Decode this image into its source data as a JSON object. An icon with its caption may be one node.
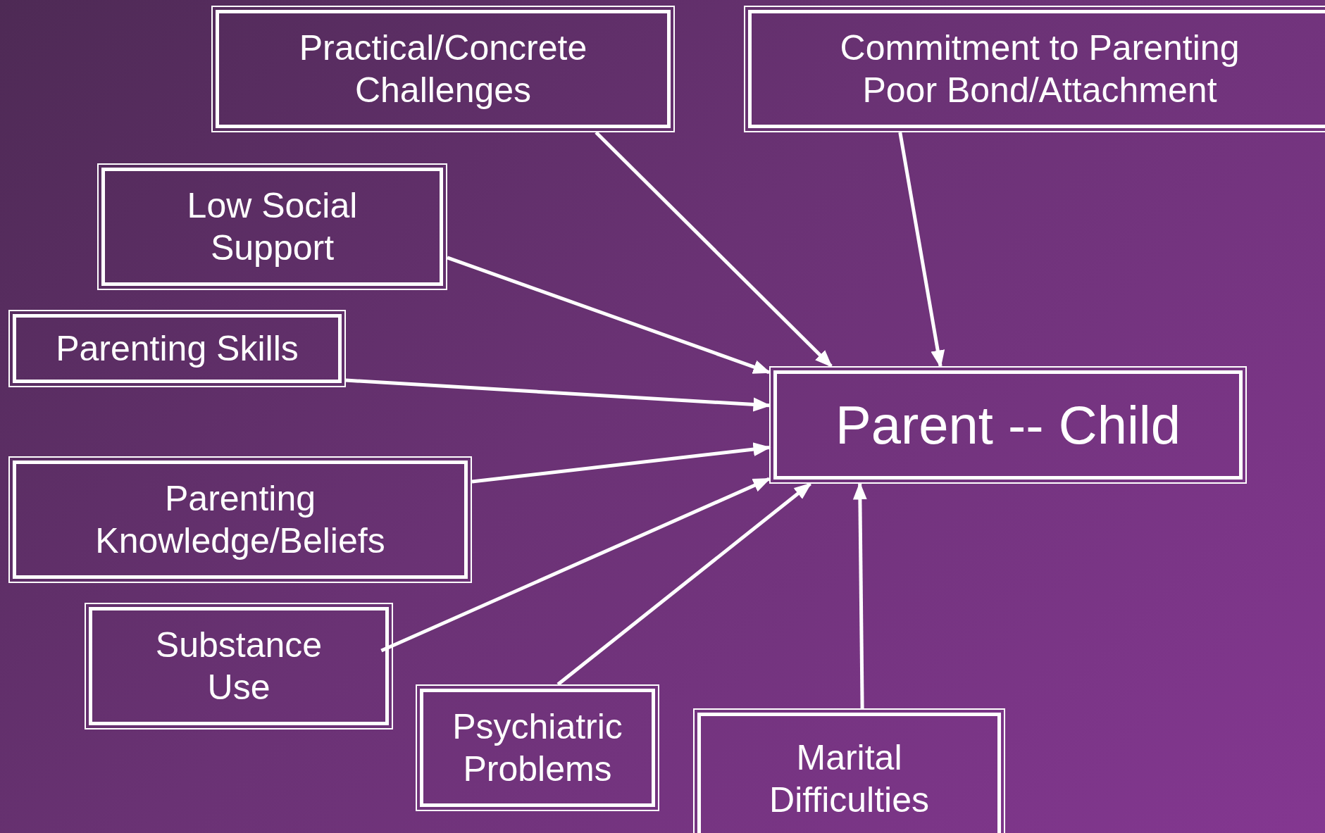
{
  "diagram": {
    "nodes": [
      {
        "text": [
          "Practical/Concrete Challenges"
        ]
      },
      {
        "text": [
          "Commitment to Parenting Poor Bond/Attachment"
        ]
      },
      {
        "text": [
          "Low Social Support"
        ]
      },
      {
        "text": [
          "Parenting Skills"
        ]
      },
      {
        "text": [
          "Parenting Knowledge/Beliefs"
        ]
      },
      {
        "text": [
          "Substance Use"
        ]
      },
      {
        "text": [
          "Psychiatric Problems"
        ]
      },
      {
        "text": [
          "Marital Difficulties"
        ]
      },
      {
        "text": [
          "Parent -- Child"
        ]
      }
    ],
    "edges": [
      {
        "from": 0,
        "to": 8,
        "arrow": "to"
      },
      {
        "from": 1,
        "to": 8,
        "arrow": "to"
      },
      {
        "from": 2,
        "to": 8,
        "arrow": "to"
      },
      {
        "from": 3,
        "to": 8,
        "arrow": "to"
      },
      {
        "from": 4,
        "to": 8,
        "arrow": "to"
      },
      {
        "from": 5,
        "to": 8,
        "arrow": "to"
      },
      {
        "from": 6,
        "to": 8,
        "arrow": "to"
      },
      {
        "from": 7,
        "to": 8,
        "arrow": "to"
      }
    ]
  }
}
